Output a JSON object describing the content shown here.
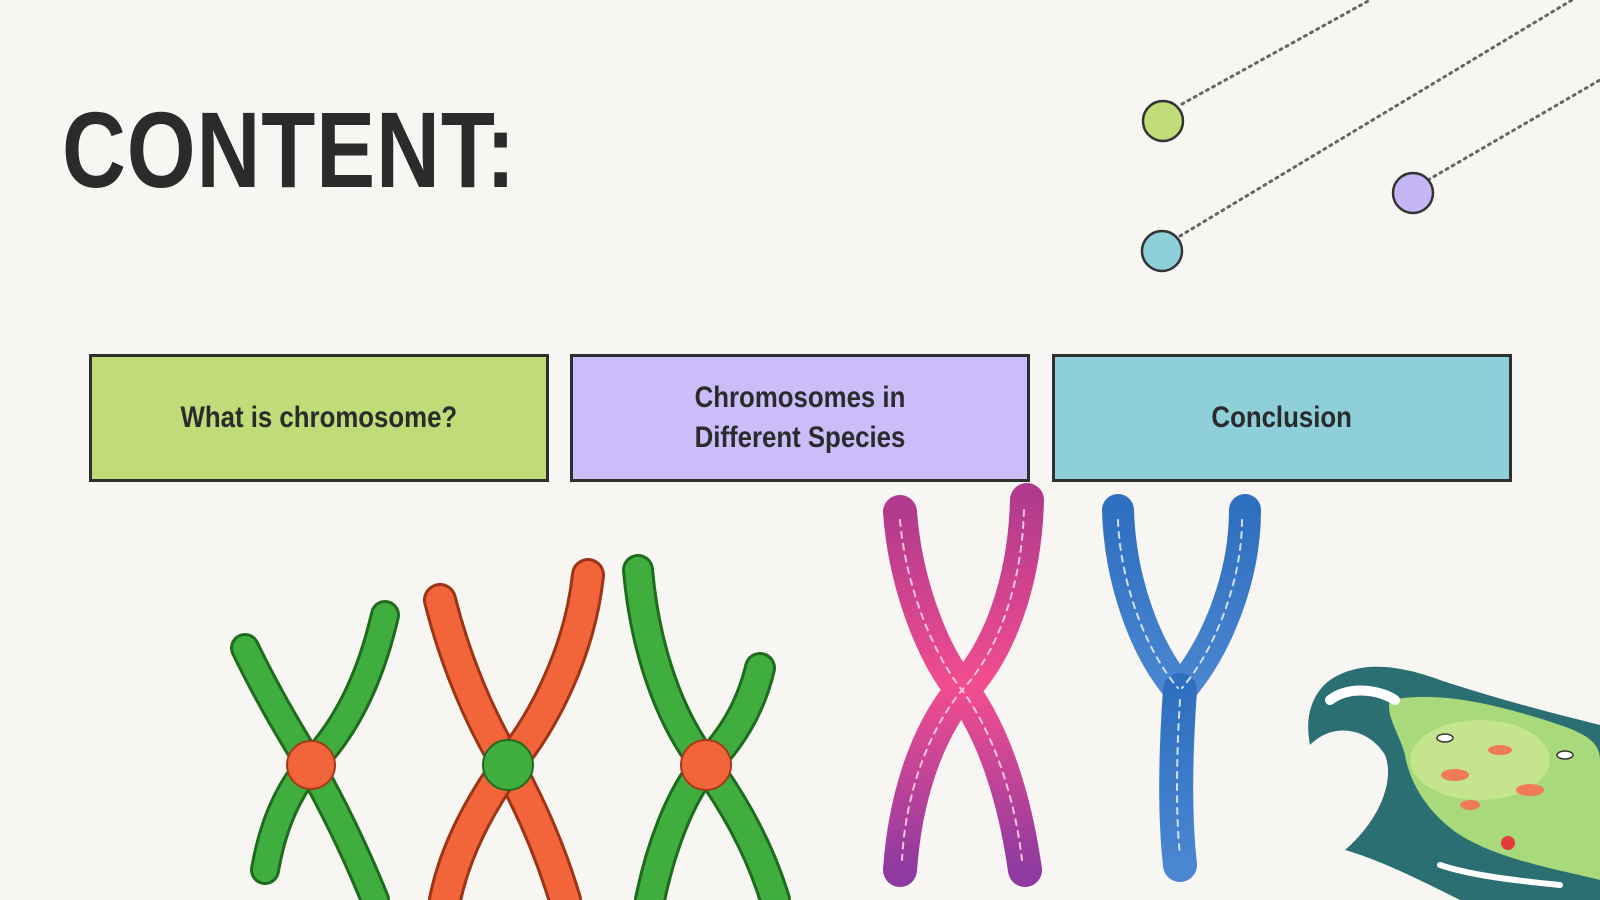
{
  "slide": {
    "title": "CONTENT:",
    "items": [
      {
        "label": "What is chromosome?",
        "color": "#c0dc78"
      },
      {
        "label": "Chromosomes in Different Species",
        "color": "#cbbdfa"
      },
      {
        "label": "Conclusion",
        "color": "#8ecfda"
      }
    ]
  },
  "decor": {
    "dot_colors": [
      "#c0dc78",
      "#8ecfda",
      "#c5b6f6"
    ],
    "chromosome_colors": {
      "green": "#3fae3f",
      "red": "#f2643a",
      "pink": "#d94f92",
      "blue": "#3f7fc4"
    }
  }
}
